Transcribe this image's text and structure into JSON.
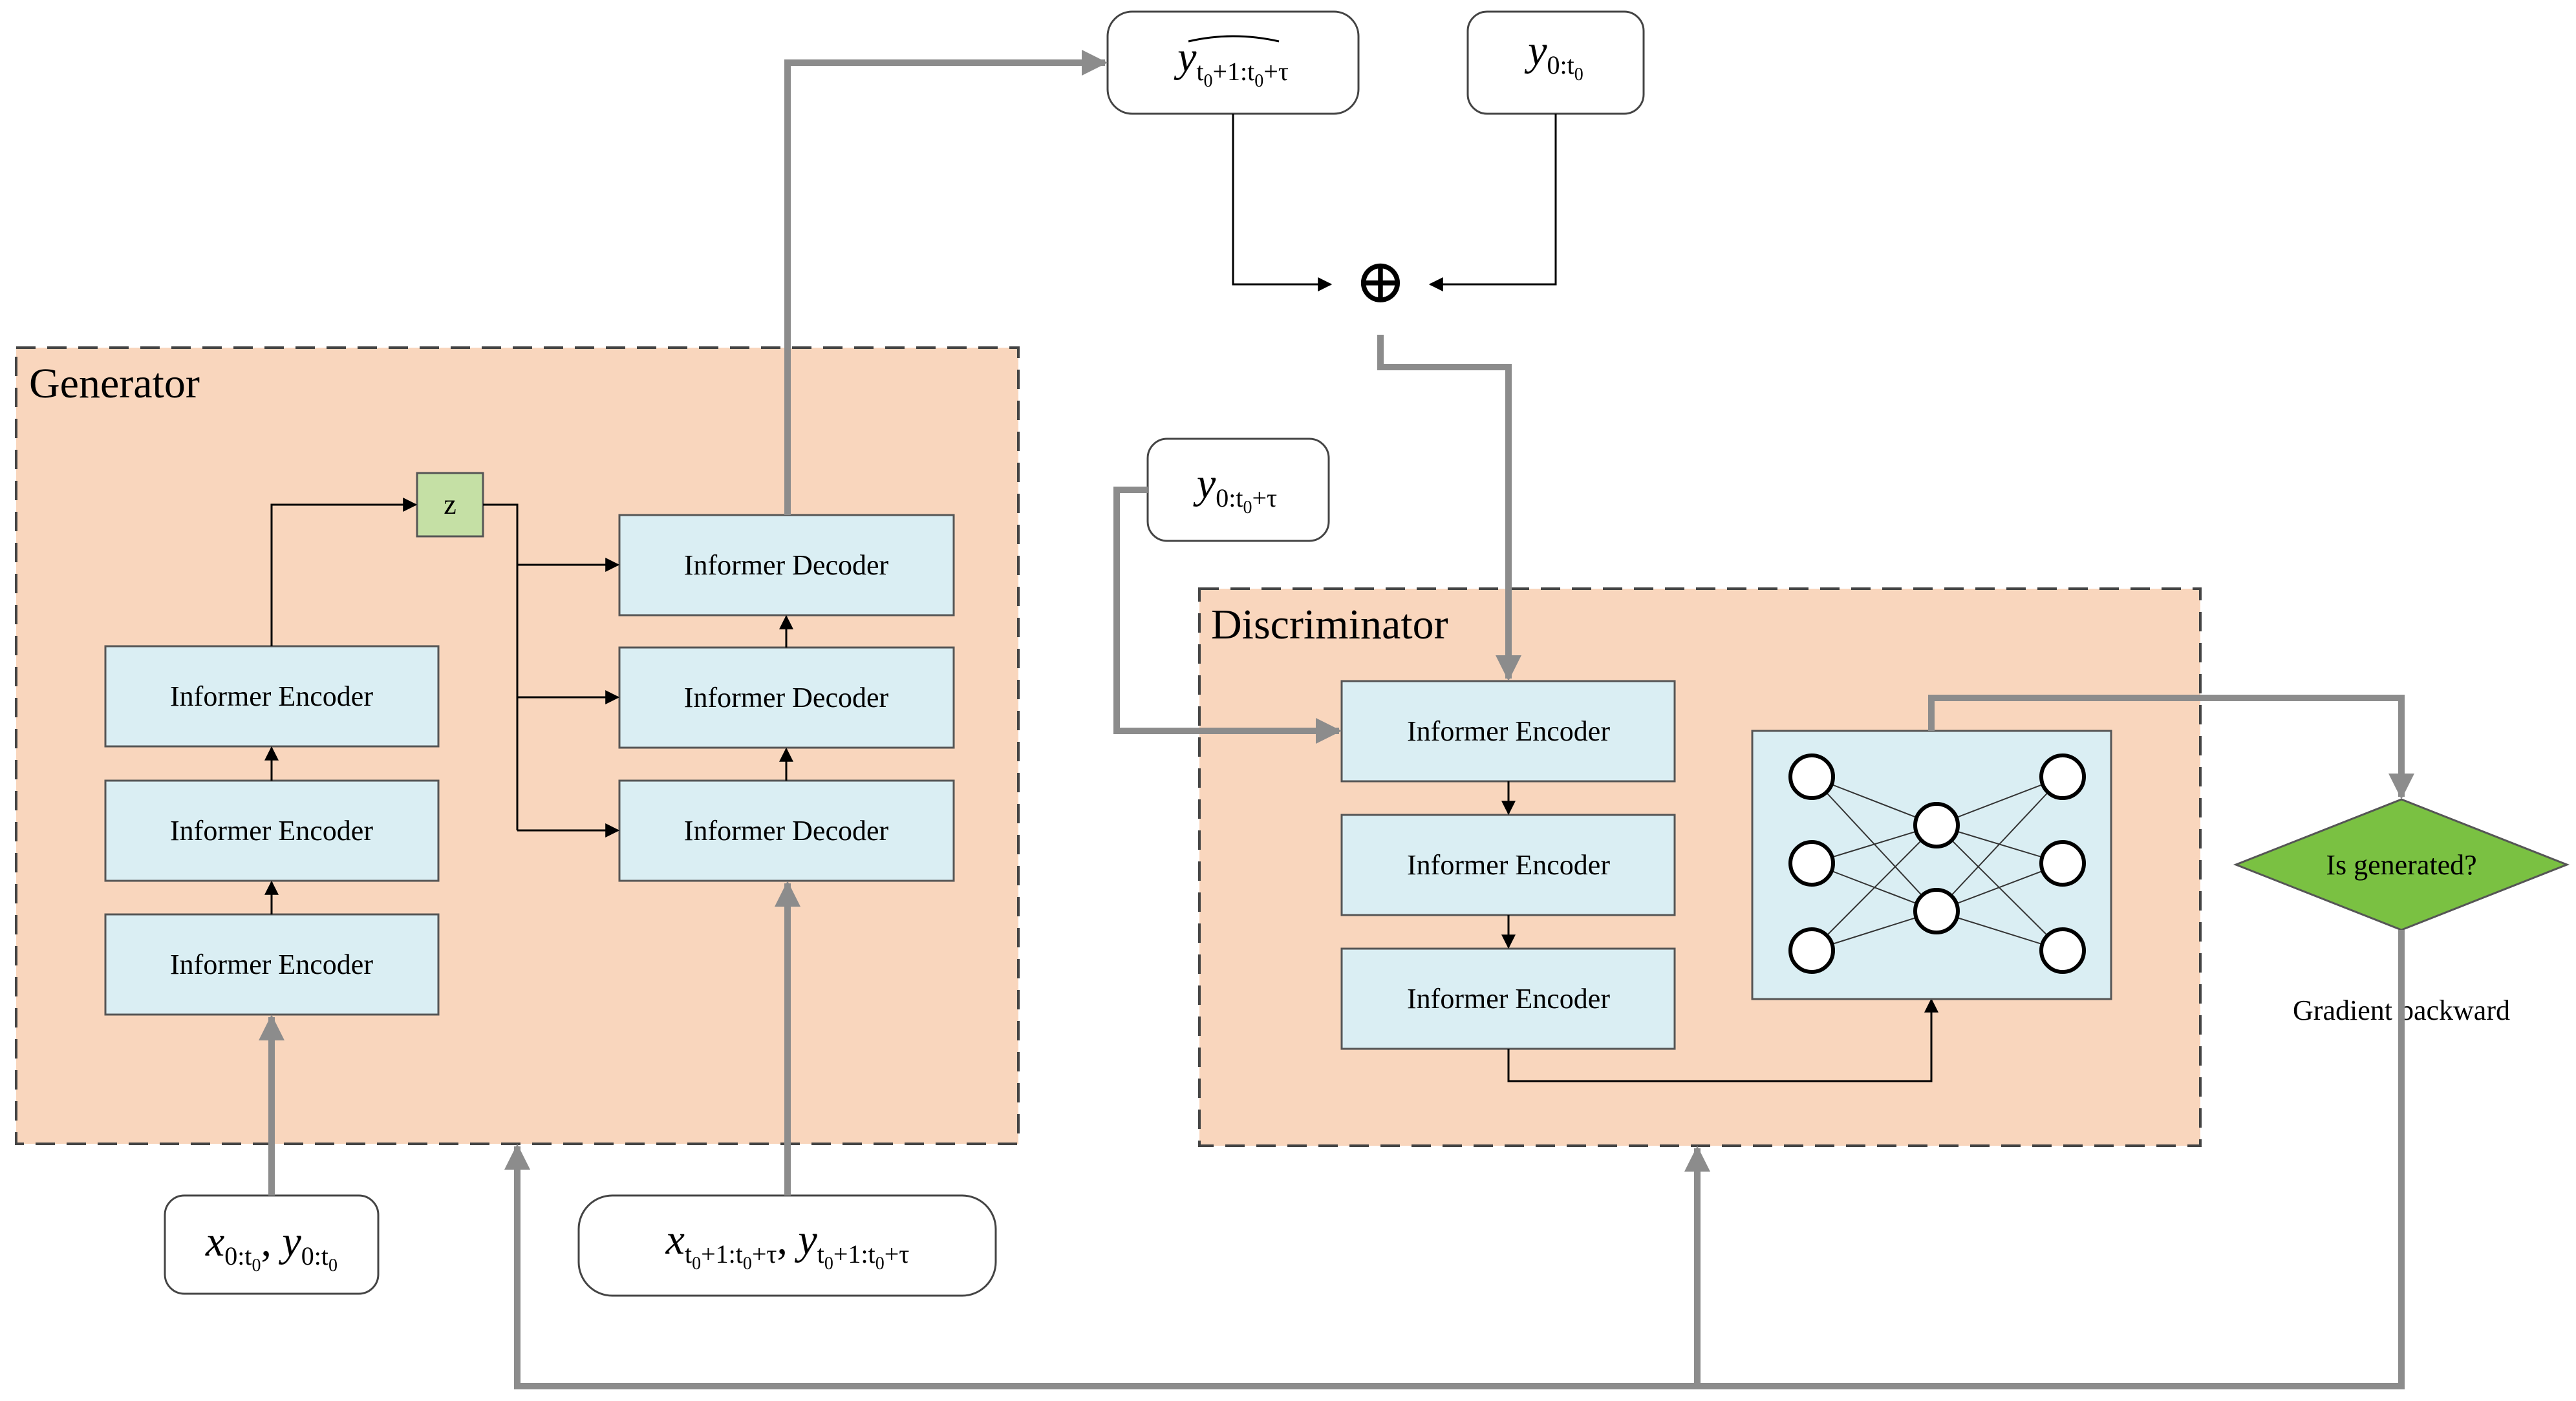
{
  "generator": {
    "title": "Generator",
    "encoder_labels": [
      "Informer Encoder",
      "Informer Encoder",
      "Informer Encoder"
    ],
    "decoder_labels": [
      "Informer Decoder",
      "Informer Decoder",
      "Informer Decoder"
    ],
    "latent_label": "z"
  },
  "discriminator": {
    "title": "Discriminator",
    "encoder_labels": [
      "Informer Encoder",
      "Informer Encoder",
      "Informer Encoder"
    ]
  },
  "decision": {
    "label": "Is generated?"
  },
  "feedback": {
    "label": "Gradient backward"
  },
  "inputs": {
    "enc_input": {
      "x": "x",
      "x_sub": "0:t",
      "x_sub2": "0",
      "y": "y",
      "y_sub": "0:t",
      "y_sub2": "0"
    },
    "dec_input": {
      "x": "x",
      "y": "y",
      "sub_a": "t",
      "sub_b": "0",
      "sub_c": "+1:t",
      "sub_d": "0",
      "sub_e": "+τ"
    },
    "pred_output": {
      "y": "y",
      "sub_a": "t",
      "sub_b": "0",
      "sub_c": "+1:t",
      "sub_d": "0",
      "sub_e": "+τ"
    },
    "history": {
      "y": "y",
      "sub": "0:t",
      "sub2": "0"
    },
    "real": {
      "y": "y",
      "sub": "0:t",
      "sub2": "0",
      "sub3": "+τ"
    }
  },
  "combine_symbol": "⊕"
}
